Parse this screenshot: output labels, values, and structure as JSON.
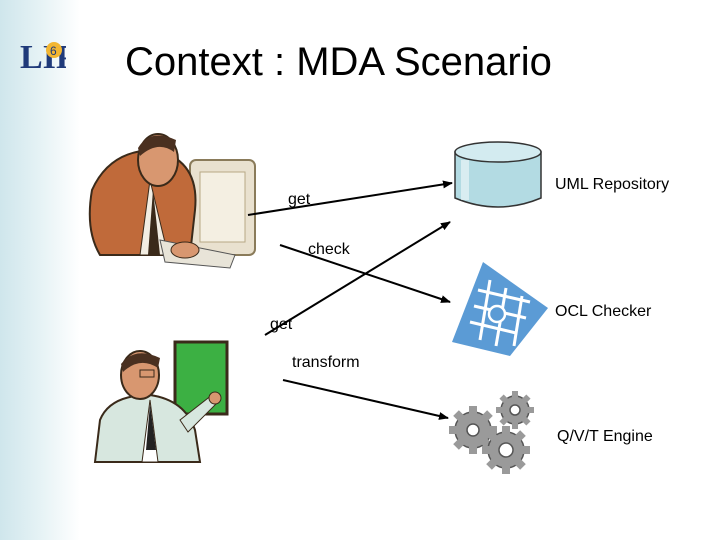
{
  "slide": {
    "title": "Context : MDA Scenario"
  },
  "logo": {
    "text": "LIP",
    "sub": "6"
  },
  "arrows": {
    "get_top": "get",
    "check": "check",
    "get_bottom": "get",
    "transform": "transform"
  },
  "components": {
    "repository": "UML Repository",
    "checker": "OCL Checker",
    "engine": "Q/V/T Engine"
  },
  "colors": {
    "cylinder_fill": "#b3dbe3",
    "checker_blue": "#5b9bd5",
    "gear_gray": "#9a9a9a",
    "board_green": "#3cb043"
  }
}
